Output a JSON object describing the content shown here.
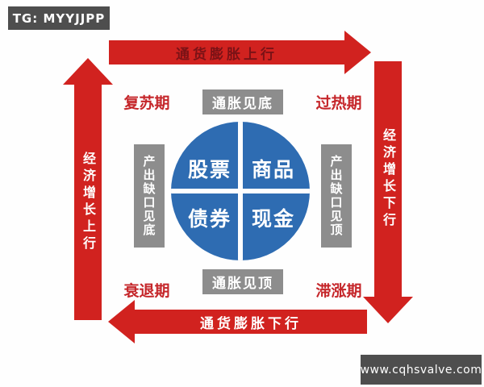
{
  "watermarks": {
    "tg": "TG: MYYJJPP",
    "website": "www.cqhsvalve.com"
  },
  "arrows": {
    "top": {
      "label": "通货膨胀上行",
      "direction": "right"
    },
    "bottom": {
      "label": "通货膨胀下行",
      "direction": "left"
    },
    "left": {
      "label": "经济增长上行",
      "direction": "up"
    },
    "right": {
      "label": "经济增长下行",
      "direction": "down"
    }
  },
  "phases": {
    "recovery": "复苏期",
    "overheat": "过热期",
    "recession": "衰退期",
    "stagflation": "滞涨期"
  },
  "indicators": {
    "top": "通胀见底",
    "bottom": "通胀见顶",
    "left": "产出缺口见底",
    "right": "产出缺口见顶"
  },
  "clock": {
    "quadrants": {
      "top_left": "股票",
      "top_right": "商品",
      "bottom_left": "债券",
      "bottom_right": "现金"
    }
  },
  "colors": {
    "arrow_red": "#d1221f",
    "phase_label_red": "#c5262a",
    "top_arrow_text_dark_red": "#7a1216",
    "indicator_gray": "#8d8d8d",
    "watermark_dark_gray": "#4e4e4e",
    "circle_blue": "#2e6cb2"
  }
}
